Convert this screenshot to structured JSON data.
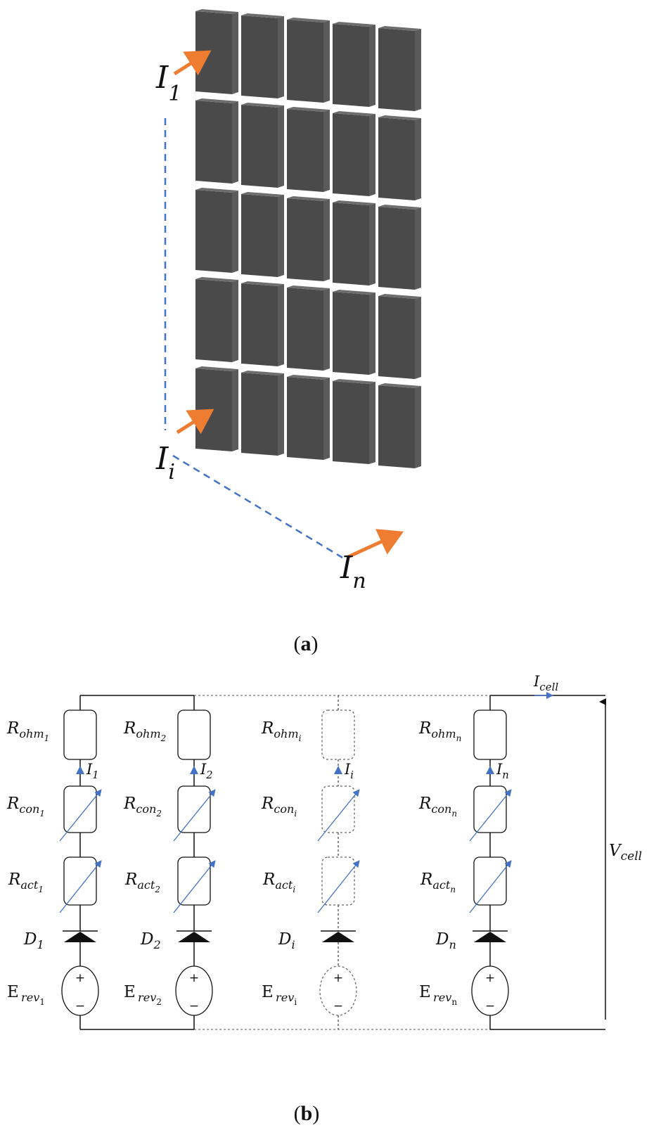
{
  "panel_a": {
    "caption_open": "(",
    "caption_letter": "a",
    "caption_close": ")",
    "current_labels": [
      {
        "base": "I",
        "sub": "1"
      },
      {
        "base": "I",
        "sub": "i"
      },
      {
        "base": "I",
        "sub": "n"
      }
    ],
    "grid": {
      "rows": 5,
      "cols": 5
    },
    "colors": {
      "tile": "#4a4a4a",
      "tile_edge": "#6d6d6d",
      "arrow": "#ee7d31",
      "dash": "#4472c4"
    }
  },
  "panel_b": {
    "caption_open": "(",
    "caption_letter": "b",
    "caption_close": ")",
    "total_current": {
      "base": "I",
      "sub": "cell"
    },
    "total_voltage": {
      "base": "V",
      "sub": "cell"
    },
    "branches": [
      {
        "suffix": "1",
        "r_ohm": {
          "base": "R",
          "sub": "ohm",
          "subsub": "1"
        },
        "current": {
          "base": "I",
          "sub": "1"
        },
        "r_con": {
          "base": "R",
          "sub": "con",
          "subsub": "1"
        },
        "r_act": {
          "base": "R",
          "sub": "act",
          "subsub": "1"
        },
        "diode": {
          "base": "D",
          "sub": "1"
        },
        "source": {
          "base": "E",
          "sub": "rev",
          "subsub": "1"
        },
        "dotted": false
      },
      {
        "suffix": "2",
        "r_ohm": {
          "base": "R",
          "sub": "ohm",
          "subsub": "2"
        },
        "current": {
          "base": "I",
          "sub": "2"
        },
        "r_con": {
          "base": "R",
          "sub": "con",
          "subsub": "2"
        },
        "r_act": {
          "base": "R",
          "sub": "act",
          "subsub": "2"
        },
        "diode": {
          "base": "D",
          "sub": "2"
        },
        "source": {
          "base": "E",
          "sub": "rev",
          "subsub": "2"
        },
        "dotted": false
      },
      {
        "suffix": "i",
        "r_ohm": {
          "base": "R",
          "sub": "ohm",
          "subsub": "i"
        },
        "current": {
          "base": "I",
          "sub": "i"
        },
        "r_con": {
          "base": "R",
          "sub": "con",
          "subsub": "i"
        },
        "r_act": {
          "base": "R",
          "sub": "act",
          "subsub": "i"
        },
        "diode": {
          "base": "D",
          "sub": "i"
        },
        "source": {
          "base": "E",
          "sub": "rev",
          "subsub": "i"
        },
        "dotted": true
      },
      {
        "suffix": "n",
        "r_ohm": {
          "base": "R",
          "sub": "ohm",
          "subsub": "n"
        },
        "current": {
          "base": "I",
          "sub": "n"
        },
        "r_con": {
          "base": "R",
          "sub": "con",
          "subsub": "n"
        },
        "r_act": {
          "base": "R",
          "sub": "act",
          "subsub": "n"
        },
        "diode": {
          "base": "D",
          "sub": "n"
        },
        "source": {
          "base": "E",
          "sub": "rev",
          "subsub": "n"
        },
        "dotted": false
      }
    ],
    "polarity": {
      "plus": "+",
      "minus": "−"
    },
    "colors": {
      "wire": "#111111",
      "arrow": "#4472c4",
      "polarity": "#e00000"
    }
  }
}
